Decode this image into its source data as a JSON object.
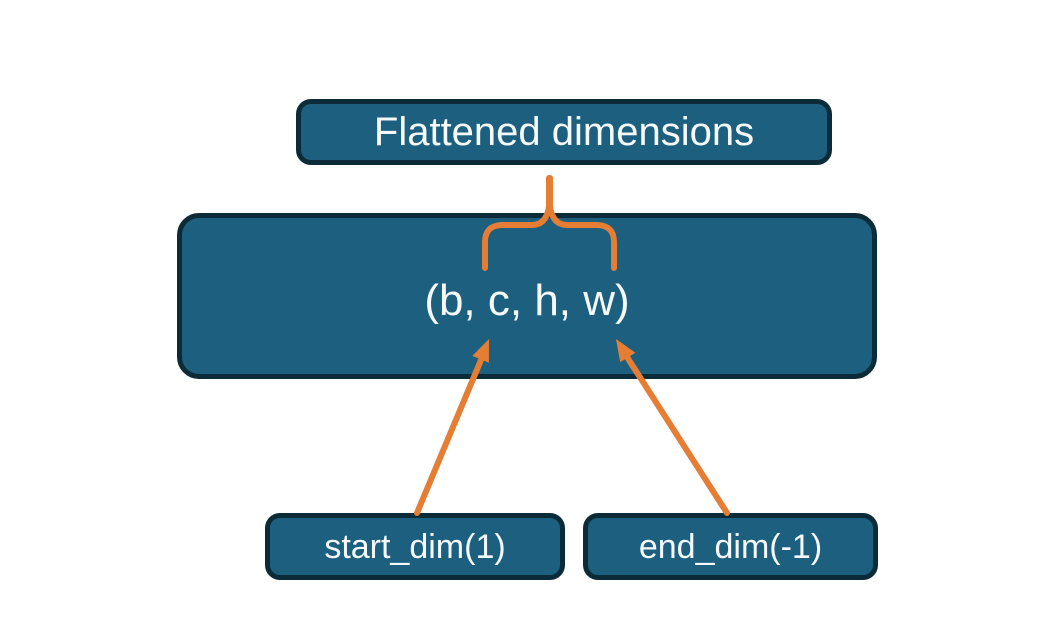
{
  "diagram": {
    "title_box": {
      "label": "Flattened dimensions"
    },
    "tensor_box": {
      "label": "(b, c, h, w)"
    },
    "start_box": {
      "label": "start_dim(1)"
    },
    "end_box": {
      "label": "end_dim(-1)"
    }
  },
  "colors": {
    "box_fill": "#1c5f7e",
    "box_border": "#0c2b38",
    "connector_orange": "#e57d35",
    "text": "#f6f9fa",
    "background": "#ffffff"
  }
}
